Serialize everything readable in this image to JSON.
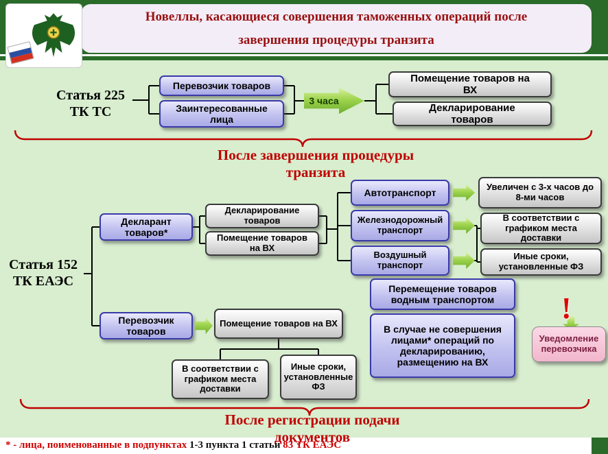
{
  "header": {
    "title": "Новеллы, касающиеся совершения таможенных операций после завершения процедуры транзита"
  },
  "section1": {
    "label": "Статья 225 ТК ТС",
    "arrow_label": "3 часа",
    "boxes": {
      "carrier": "Перевозчик товаров",
      "interested": "Заинтересованные лица",
      "placement": "Помещение товаров на ВХ",
      "declaration": "Декларирование товаров"
    },
    "caption": "После завершения процедуры транзита"
  },
  "section2": {
    "label": "Статья 152 ТК ЕАЭС",
    "boxes": {
      "declarant": "Декларант товаров*",
      "declaration": "Декларирование товаров",
      "placement": "Помещение товаров на ВХ",
      "auto": "Автотранспорт",
      "rail": "Железнодорожный транспорт",
      "air": "Воздушный транспорт",
      "increased": "Увеличен с 3-х часов до 8-ми часов",
      "schedule_top": "В соответствии с графиком места доставки",
      "other_top": "Иные сроки, установленные ФЗ",
      "carrier": "Перевозчик товаров",
      "placement2": "Помещение товаров на ВХ",
      "schedule_bottom": "В соответствии с графиком места доставки",
      "other_bottom": "Иные сроки, установленные ФЗ",
      "water": "Перемещение товаров водным транспортом",
      "no_action": "В случае не совершения лицами* операций по декларированию, размещению на ВХ",
      "notification": "Уведомление перевозчика"
    },
    "exclamation": "!",
    "caption": "После регистрации подачи документов"
  },
  "footer": {
    "note_part1": "* - лица, поименованные в подпунктах ",
    "note_part2": "1-3 пункта 1 статьи",
    "note_part3": " 83 ТК ЕАЭС"
  },
  "colors": {
    "header_green": "#2a6b2a",
    "background_green": "#d8eecf",
    "title_red": "#991111",
    "caption_red": "#c00000",
    "purple_box_fill": "#c2c2f0",
    "purple_box_border": "#3939a8",
    "gray_box_fill": "#e0e0e0",
    "arrow_green": "#8cc63f",
    "pink_box_fill": "#f5c0d2",
    "exclamation_red": "#e00000"
  }
}
